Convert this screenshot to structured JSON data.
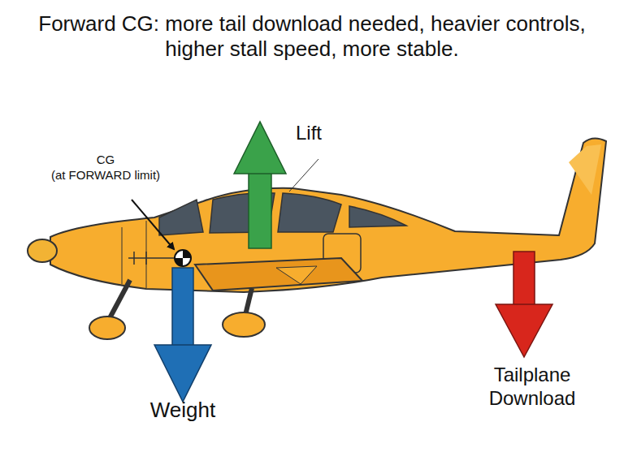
{
  "diagram": {
    "title": "Forward CG: more tail download needed, heavier controls, higher stall speed, more stable.",
    "labels": [
      "CG",
      "(at FORWARD limit)",
      "Lift",
      "Tailplane Download",
      "Weight"
    ]
  }
}
